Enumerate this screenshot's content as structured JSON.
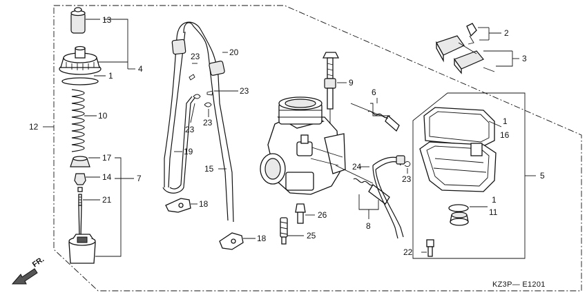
{
  "diagram": {
    "code": "KZ3P— E1201",
    "direction_label": "FR.",
    "callouts": [
      {
        "id": "c13",
        "label": "13"
      },
      {
        "id": "c4",
        "label": "4"
      },
      {
        "id": "c1a",
        "label": "1"
      },
      {
        "id": "c10",
        "label": "10"
      },
      {
        "id": "c12",
        "label": "12"
      },
      {
        "id": "c17",
        "label": "17"
      },
      {
        "id": "c14",
        "label": "14"
      },
      {
        "id": "c7",
        "label": "7"
      },
      {
        "id": "c21",
        "label": "21"
      },
      {
        "id": "c20",
        "label": "20"
      },
      {
        "id": "c23a",
        "label": "23"
      },
      {
        "id": "c23b",
        "label": "23"
      },
      {
        "id": "c23c",
        "label": "23"
      },
      {
        "id": "c23d",
        "label": "23"
      },
      {
        "id": "c19",
        "label": "19"
      },
      {
        "id": "c15",
        "label": "15"
      },
      {
        "id": "c18a",
        "label": "18"
      },
      {
        "id": "c18b",
        "label": "18"
      },
      {
        "id": "c9",
        "label": "9"
      },
      {
        "id": "c6",
        "label": "6"
      },
      {
        "id": "c24",
        "label": "24"
      },
      {
        "id": "c23e",
        "label": "23"
      },
      {
        "id": "c26",
        "label": "26"
      },
      {
        "id": "c25",
        "label": "25"
      },
      {
        "id": "c8",
        "label": "8"
      },
      {
        "id": "c2",
        "label": "2"
      },
      {
        "id": "c3",
        "label": "3"
      },
      {
        "id": "c1b",
        "label": "1"
      },
      {
        "id": "c16",
        "label": "16"
      },
      {
        "id": "c5",
        "label": "5"
      },
      {
        "id": "c1c",
        "label": "1"
      },
      {
        "id": "c11",
        "label": "11"
      },
      {
        "id": "c22",
        "label": "22"
      }
    ]
  }
}
